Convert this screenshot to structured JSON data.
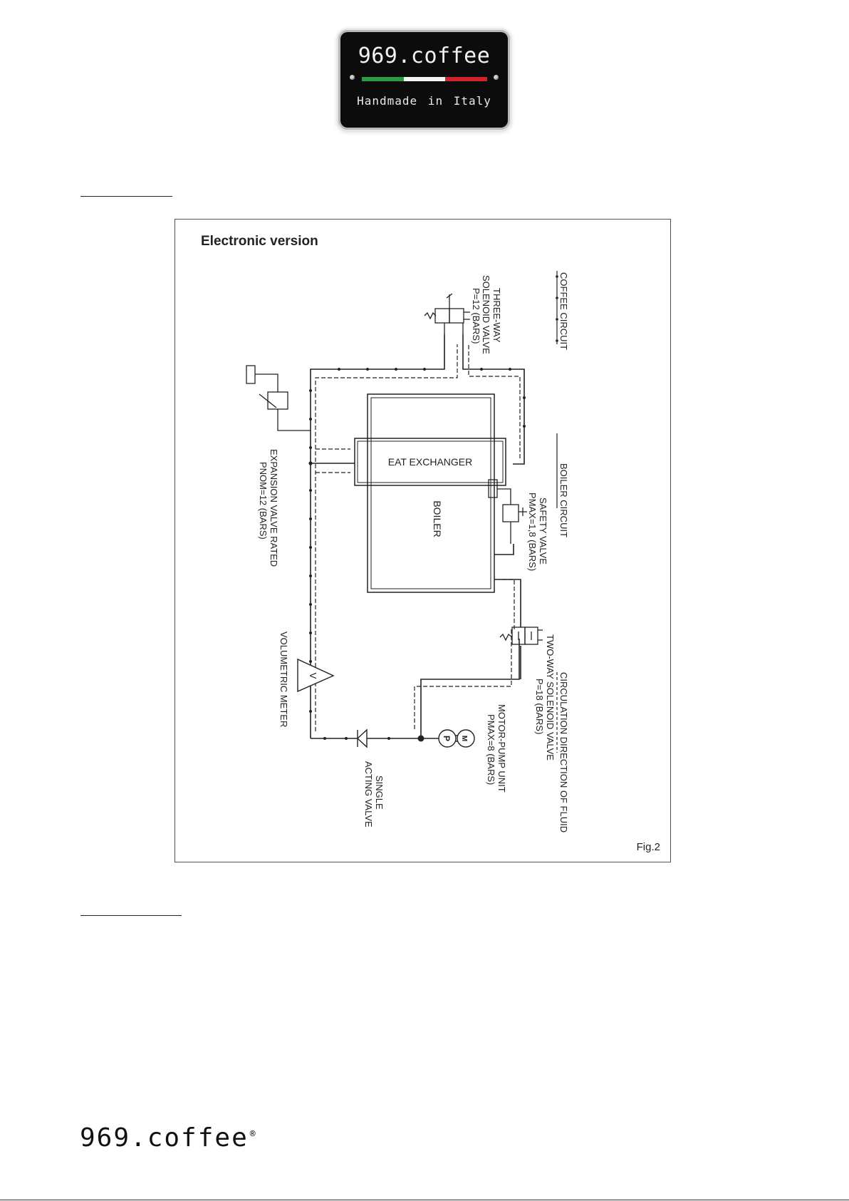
{
  "header": {
    "logo_title": "969.coffee",
    "logo_subtitle": "Handmade in Italy"
  },
  "figure": {
    "title": "Electronic version",
    "label": "Fig.2",
    "labels": {
      "coffee_circuit": "COFFEE CIRCUIT",
      "boiler_circuit": "BOILER CIRCUIT",
      "circulation_direction": "CIRCULATION DIRECTION OF FLUID",
      "three_way_1": "THREE-WAY",
      "three_way_2": "SOLENOID VALVE",
      "three_way_3": "P=12 (BARS)",
      "heat_exchanger": "EAT EXCHANGER",
      "boiler": "BOILER",
      "safety_1": "SAFETY VALVE",
      "safety_2": "PMAX=1,8 (BARS)",
      "expansion_1": "EXPANSION VALVE RATED",
      "expansion_2": "PNOM=12 (BARS)",
      "two_way_1": "TWO-WAY SOLENOID VALVE",
      "two_way_2": "P=18 (BARS)",
      "volumetric": "VOLUMETRIC METER",
      "pump_1": "MOTOR-PUMP UNIT",
      "pump_2": "PMAX=8 (BARS)",
      "single_1": "SINGLE",
      "single_2": "ACTING VALVE",
      "pump_p": "P",
      "pump_m": "M",
      "meter_v": "V"
    }
  },
  "footer": {
    "logo": "969.coffee",
    "registered": "®"
  }
}
